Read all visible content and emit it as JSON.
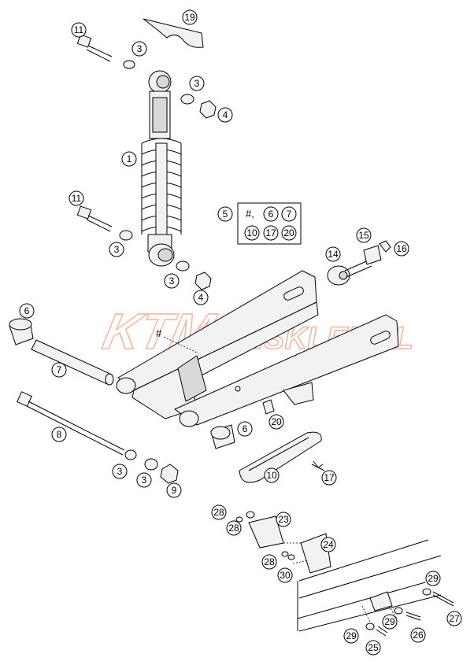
{
  "watermark": {
    "logo_text": "KTM",
    "site_text": "KTMSKLEP.PL",
    "color": "#f2b8a3"
  },
  "kit_box": {
    "callout": "5",
    "hash": "#,",
    "items": [
      "6",
      "7",
      "10",
      "17",
      "20"
    ]
  },
  "hash_marker": "#",
  "callouts": {
    "c1": "1",
    "c3a": "3",
    "c3b": "3",
    "c3c": "3",
    "c3d": "3",
    "c3e": "3",
    "c3f": "3",
    "c4a": "4",
    "c4b": "4",
    "c6a": "6",
    "c6b": "6",
    "c7": "7",
    "c8": "8",
    "c9": "9",
    "c10": "10",
    "c11a": "11",
    "c11b": "11",
    "c14": "14",
    "c15": "15",
    "c16": "16",
    "c17": "17",
    "c19": "19",
    "c20": "20",
    "c23": "23",
    "c24": "24",
    "c25": "25",
    "c26": "26",
    "c27": "27",
    "c28a": "28",
    "c28b": "28",
    "c28c": "28",
    "c29a": "29",
    "c29b": "29",
    "c29c": "29",
    "c30": "30"
  }
}
